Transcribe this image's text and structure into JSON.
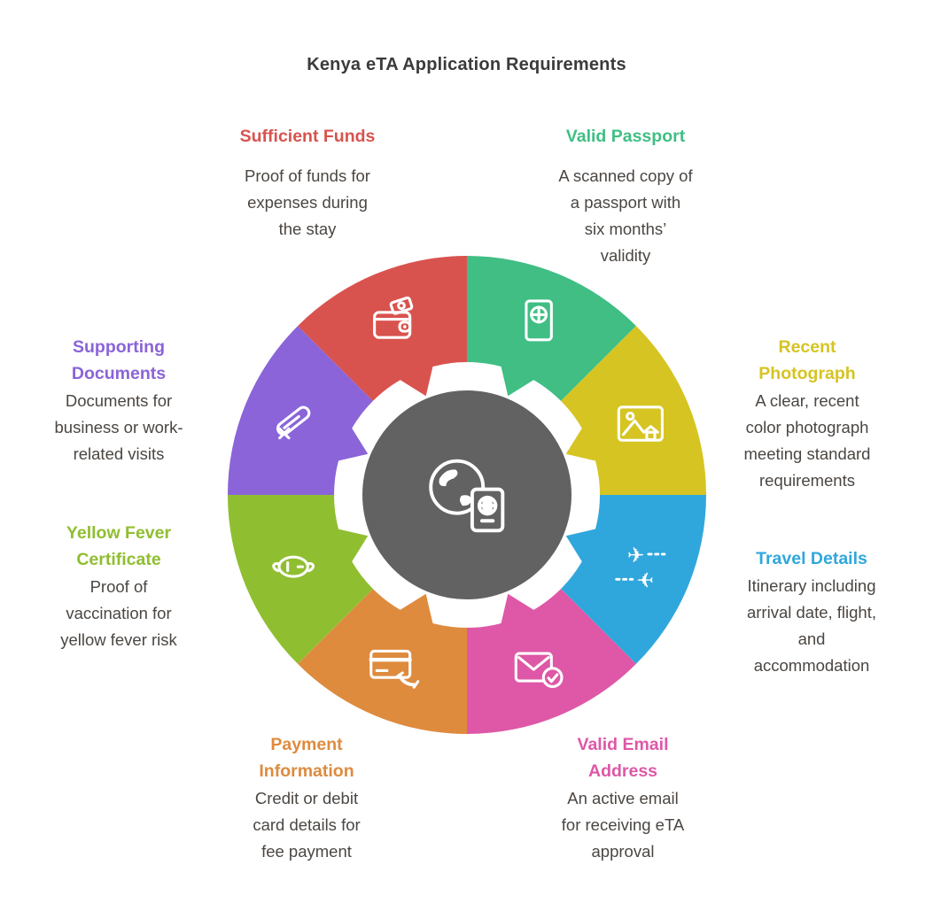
{
  "title": "Kenya eTA Application Requirements",
  "colors": {
    "center_hub": "#626262",
    "background": "#ffffff",
    "title_text": "#3b3b3b",
    "body_text": "#4b4642"
  },
  "center": {
    "icon": "globe-passport-icon"
  },
  "segments": [
    {
      "id": "valid-passport",
      "label": "Valid Passport",
      "description": "A scanned copy of\na passport with\nsix months’\nvalidity",
      "color": "#40be84",
      "icon": "passport-icon"
    },
    {
      "id": "recent-photograph",
      "label": "Recent\nPhotograph",
      "description": "A clear, recent\ncolor photograph\nmeeting standard\nrequirements",
      "color": "#d6c422",
      "icon": "photo-icon"
    },
    {
      "id": "travel-details",
      "label": "Travel Details",
      "description": "Itinerary including\narrival date, flight,\nand\naccommodation",
      "color": "#30a7dc",
      "icon": "plane-icon"
    },
    {
      "id": "valid-email-address",
      "label": "Valid Email\nAddress",
      "description": "An active email\nfor receiving eTA\napproval",
      "color": "#de58a7",
      "icon": "email-check-icon"
    },
    {
      "id": "payment-information",
      "label": "Payment\nInformation",
      "description": "Credit or debit\ncard details for\nfee payment",
      "color": "#de8b3e",
      "icon": "credit-card-icon"
    },
    {
      "id": "yellow-fever-certificate",
      "label": "Yellow Fever\nCertificate",
      "description": "Proof of\nvaccination for\nyellow fever risk",
      "color": "#90be31",
      "icon": "mask-icon"
    },
    {
      "id": "supporting-documents",
      "label": "Supporting\nDocuments",
      "description": "Documents for\nbusiness or work-\nrelated visits",
      "color": "#8a64d8",
      "icon": "diploma-icon"
    },
    {
      "id": "sufficient-funds",
      "label": "Sufficient Funds",
      "description": "Proof of funds for\nexpenses during\nthe stay",
      "color": "#d9534e",
      "icon": "wallet-icon"
    }
  ]
}
